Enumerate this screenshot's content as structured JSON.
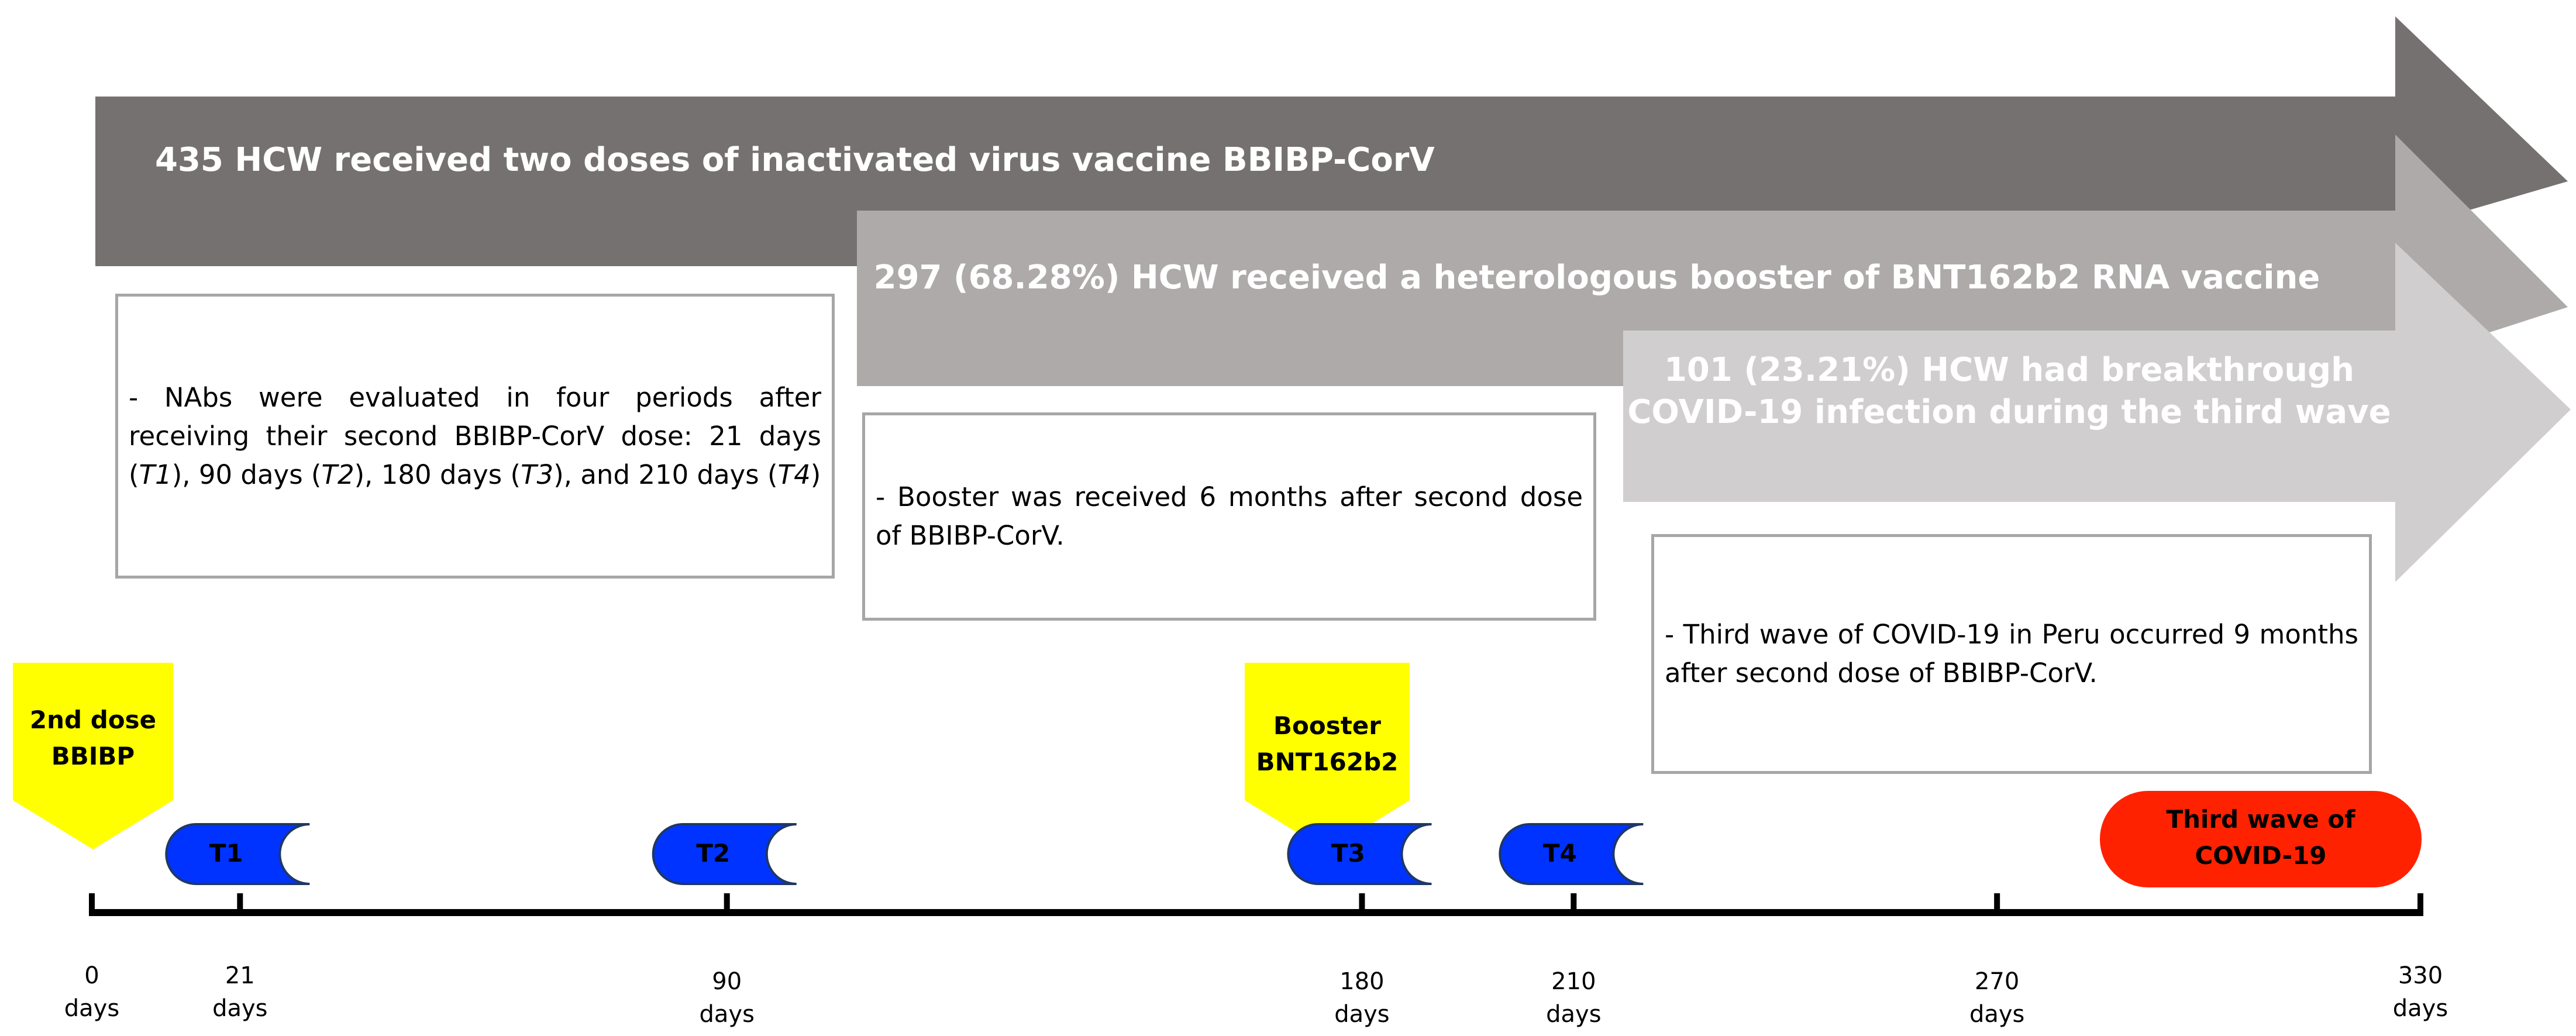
{
  "arrows": {
    "vaccine": {
      "text": "435 HCW received two doses of inactivated virus vaccine BBIBP-CorV",
      "color": "#767171"
    },
    "booster": {
      "text": "297 (68.28%) HCW received a heterologous booster of BNT162b2 RNA vaccine",
      "color": "#aeaaaa"
    },
    "breakthrough": {
      "line1": "101 (23.21%) HCW had breakthrough",
      "line2": "COVID-19 infection during the third wave",
      "color": "#d0cece"
    }
  },
  "notes": {
    "nabs": {
      "parts": [
        {
          "text": "- NAbs were evaluated in four periods after receiving their second BBIBP-CorV dose: 21 days (",
          "italic": false
        },
        {
          "text": "T1",
          "italic": true
        },
        {
          "text": "), 90 days (",
          "italic": false
        },
        {
          "text": "T2",
          "italic": true
        },
        {
          "text": "), 180 days (",
          "italic": false
        },
        {
          "text": "T3",
          "italic": true
        },
        {
          "text": "), and 210 days (",
          "italic": false
        },
        {
          "text": "T4",
          "italic": true
        },
        {
          "text": ")",
          "italic": false
        }
      ]
    },
    "booster": {
      "text": "- Booster was received 6 months after second dose of BBIBP-CorV."
    },
    "third_wave": {
      "text": "- Third wave of COVID-19 in Peru occurred 9 months after second dose of BBIBP-CorV."
    }
  },
  "markers": {
    "second_dose": {
      "line1": "2nd dose",
      "line2": "BBIBP",
      "color": "#ffff00"
    },
    "booster": {
      "line1": "Booster",
      "line2": "BNT162b2",
      "color": "#ffff00"
    }
  },
  "timepoints": [
    {
      "label": "T1",
      "day": 21
    },
    {
      "label": "T2",
      "day": 90
    },
    {
      "label": "T3",
      "day": 180
    },
    {
      "label": "T4",
      "day": 210
    }
  ],
  "timepoint_color": "#0033ff",
  "third_wave_pill": {
    "line1": "Third wave of",
    "line2": "COVID-19",
    "color": "#ff2200"
  },
  "timeline": {
    "ticks": [
      {
        "day": 0,
        "value": "0",
        "unit": "days"
      },
      {
        "day": 21,
        "value": "21",
        "unit": "days"
      },
      {
        "day": 90,
        "value": "90",
        "unit": "days"
      },
      {
        "day": 180,
        "value": "180",
        "unit": "days"
      },
      {
        "day": 210,
        "value": "210",
        "unit": "days"
      },
      {
        "day": 270,
        "value": "270",
        "unit": "days"
      },
      {
        "day": 330,
        "value": "330",
        "unit": "days"
      }
    ]
  }
}
